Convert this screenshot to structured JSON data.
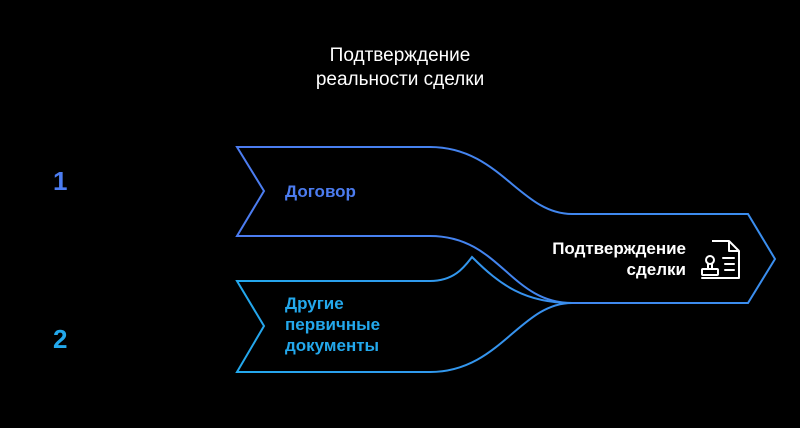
{
  "title_lines": [
    "Подтверждение",
    "реальности сделки"
  ],
  "steps": [
    {
      "number": "1",
      "label_lines": [
        "Договор"
      ]
    },
    {
      "number": "2",
      "label_lines": [
        "Другие",
        "первичные",
        "документы"
      ]
    }
  ],
  "result": {
    "label_lines": [
      "Подтверждение",
      "сделки"
    ],
    "icon": "document-with-stamp-icon"
  },
  "colors": {
    "background": "#000000",
    "step1": "#4c7cf0",
    "step2": "#23a8ec",
    "result": "#ffffff"
  }
}
